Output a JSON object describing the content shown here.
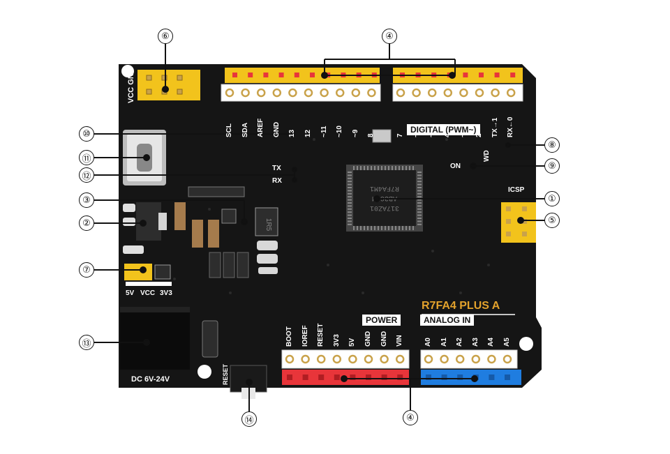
{
  "board": {
    "model_label": "R7FA4 PLUS A",
    "top_left_header": "VCC GND",
    "digital_label": "DIGITAL (PWM~)",
    "digital_pins_left": [
      "SCL",
      "SDA",
      "AREF",
      "GND",
      "13",
      "12",
      "~11",
      "~10",
      "~9",
      "8"
    ],
    "digital_pins_right": [
      "7",
      "~6",
      "~5",
      "4",
      "~3",
      "2",
      "TX→1",
      "RX←0"
    ],
    "tx_label": "TX",
    "rx_label": "RX",
    "on_label": "ON",
    "wd_label": "WD",
    "icsp_label": "ICSP",
    "voltage_select": [
      "5V",
      "VCC",
      "3V3"
    ],
    "dc_label": "DC 6V-24V",
    "reset_label": "RESET",
    "power_label": "POWER",
    "power_pins": [
      "BOOT",
      "IOREF",
      "RESET",
      "3V3",
      "5V",
      "GND",
      "GND",
      "VIN"
    ],
    "analog_label": "ANALOG IN",
    "analog_pins": [
      "A0",
      "A1",
      "A2",
      "A3",
      "A4",
      "A5"
    ],
    "chip_text": [
      "R7FA4M1",
      "AB3CFM",
      "317AZ01"
    ],
    "inductor_text": "1R5"
  },
  "callouts": [
    "①",
    "②",
    "③",
    "④",
    "⑤",
    "⑥",
    "⑦",
    "⑧",
    "⑨",
    "⑩",
    "⑪",
    "⑫",
    "⑬",
    "⑭"
  ],
  "colors": {
    "board": "#151515",
    "header_yellow": "#f2c31c",
    "header_red": "#e8353a",
    "header_blue": "#1f7de0",
    "pin_hole": "#c9a24a"
  }
}
